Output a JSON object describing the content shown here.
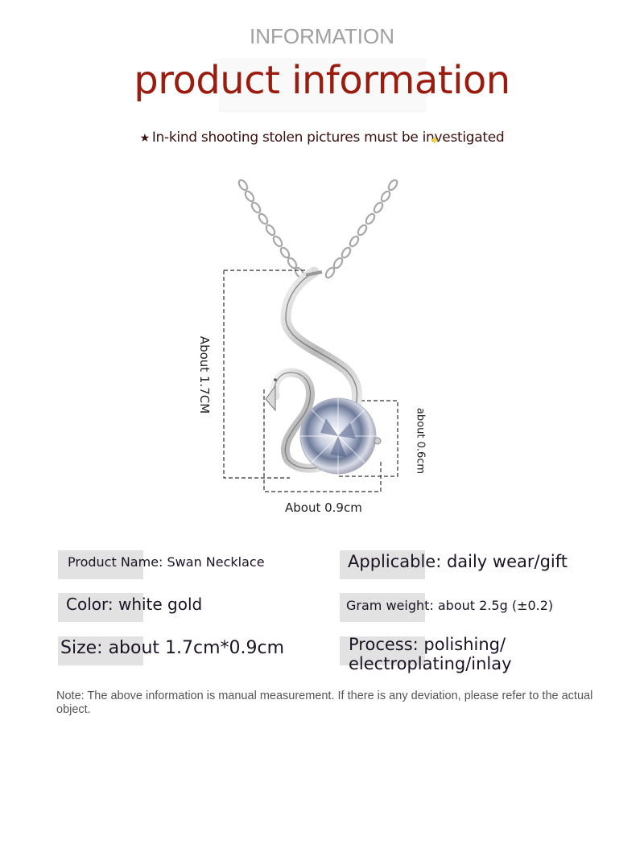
{
  "header": {
    "kicker": "INFORMATION",
    "title": "product information",
    "notice_icon": "star-icon",
    "notice": "In-kind shooting stolen pictures must be investigated",
    "title_color": "#9b1b0e"
  },
  "product_image": {
    "subject": "Swan pendant necklace with round clear gemstone on silver chain",
    "dimensions": {
      "height_label": "About 1.7CM",
      "depth_label": "about 0.6cm",
      "width_label": "About 0.9cm"
    }
  },
  "specs": {
    "left": [
      {
        "label": "Product Name: Swan Necklace"
      },
      {
        "label": "Color: white gold"
      },
      {
        "label": "Size: about 1.7cm*0.9cm"
      }
    ],
    "right": [
      {
        "label": "Applicable: daily wear/gift"
      },
      {
        "label": "Gram weight: about 2.5g (±0.2)"
      },
      {
        "label": "Process: polishing/ electroplating/inlay"
      }
    ]
  },
  "note": "Note: The above information is manual measurement. If there is any deviation, please refer to the actual object."
}
